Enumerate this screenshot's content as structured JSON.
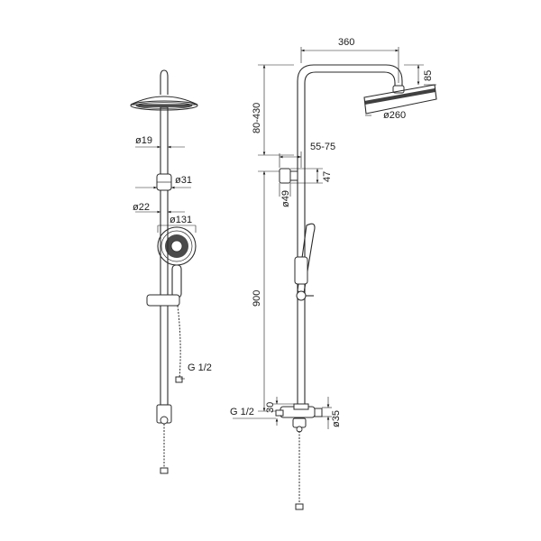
{
  "front_view": {
    "labels": {
      "d19": "ø19",
      "d31": "ø31",
      "d22": "ø22",
      "d131": "ø131",
      "g12": "G 1/2"
    }
  },
  "side_view": {
    "labels": {
      "w360": "360",
      "h85": "85",
      "d260": "ø260",
      "h80_430": "80-430",
      "w55_75": "55-75",
      "h47": "47",
      "d49": "ø49",
      "h900": "900",
      "g12": "G 1/2",
      "h30": "30",
      "d35": "ø35"
    }
  }
}
